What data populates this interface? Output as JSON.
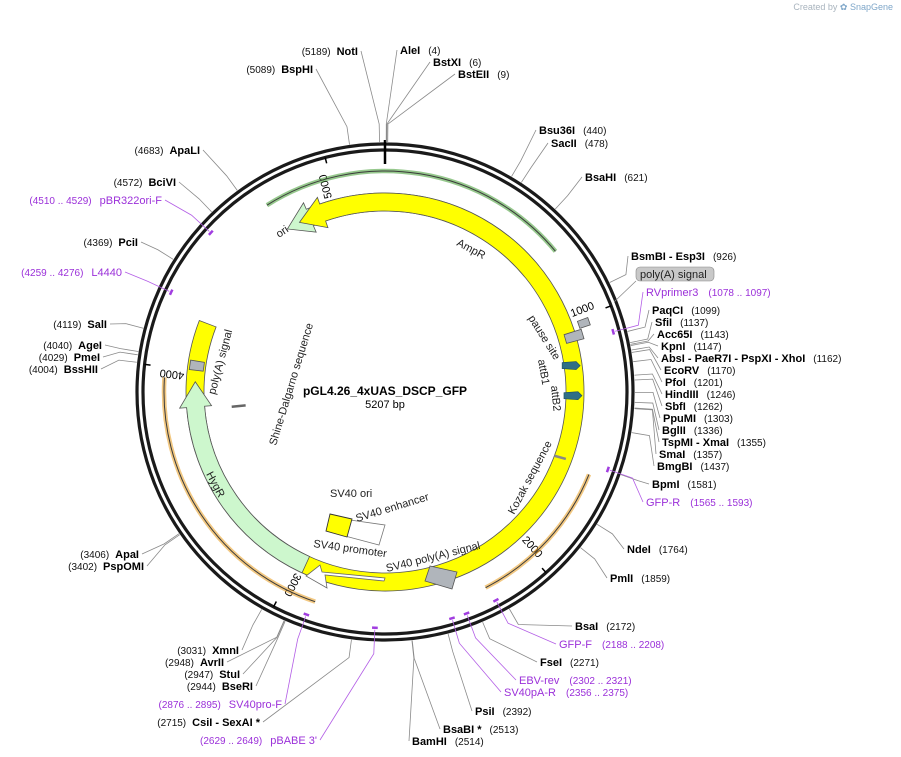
{
  "brand": {
    "prefix": "Created by",
    "name": "SnapGene"
  },
  "plasmid": {
    "name": "pGL4.26_4xUAS_DSCP_GFP",
    "length_label": "5207 bp"
  },
  "ticks": [
    {
      "label": "1000",
      "bp": 1000
    },
    {
      "label": "2000",
      "bp": 2000
    },
    {
      "label": "3000",
      "bp": 3000
    },
    {
      "label": "4000",
      "bp": 4000
    },
    {
      "label": "5000",
      "bp": 5000
    }
  ],
  "features": [
    {
      "name": "AmpR",
      "type": "arrow",
      "from": 4760,
      "to": 730,
      "color": "#cdf7cd",
      "stroke": "#555555"
    },
    {
      "name": "ori",
      "type": "arrow",
      "from": 4820,
      "to": 4210,
      "color": "#ffff00",
      "stroke": "#555555"
    },
    {
      "name": "HygR",
      "type": "arrow",
      "from": 2960,
      "to": 3950,
      "color": "#cdf7cd",
      "stroke": "#555555"
    },
    {
      "name": "Kozak sequence",
      "type": "line",
      "from": 1600,
      "to": 1610,
      "color": "#aaaaaa"
    },
    {
      "name": "pause site",
      "type": "box",
      "from": 1010,
      "to": 1060,
      "color": "#b0b5bb"
    },
    {
      "name": "attB1",
      "type": "small",
      "from": 1175,
      "to": 1200,
      "color": "#2f6f86"
    },
    {
      "name": "attB2",
      "type": "small",
      "from": 1310,
      "to": 1330,
      "color": "#2f6f86"
    },
    {
      "name": "poly(A) signal",
      "type": "box",
      "from": 3990,
      "to": 4030,
      "color": "#b0b5bb"
    },
    {
      "name": "Shine-Dalgarno sequence",
      "type": "line",
      "from": 3820,
      "to": 3830,
      "color": "#aaaaaa"
    }
  ],
  "promoter_features": [
    {
      "name": "SV40 ori",
      "color": "#ffff00"
    },
    {
      "name": "SV40 enhancer",
      "color": "#ffffff"
    },
    {
      "name": "SV40 promoter",
      "color": "#ffffff"
    },
    {
      "name": "SV40 poly(A) signal",
      "color": "#b0b5bb"
    }
  ],
  "primer_arcs": [
    {
      "name": "AmpR primer",
      "from": 4740,
      "to": 730,
      "color": "#3f9a2f"
    },
    {
      "name": "GFP primer",
      "from": 1620,
      "to": 2210,
      "color": "#e79a1c"
    },
    {
      "name": "HygR primer",
      "from": 2870,
      "to": 3960,
      "color": "#e79a1c"
    }
  ],
  "sites_right": [
    {
      "name": "AleI",
      "pos": "(4)",
      "bp": 4
    },
    {
      "name": "BstXI",
      "pos": "(6)",
      "bp": 6
    },
    {
      "name": "BstEII",
      "pos": "(9)",
      "bp": 9
    },
    {
      "name": "Bsu36I",
      "pos": "(440)",
      "bp": 440
    },
    {
      "name": "SacII",
      "pos": "(478)",
      "bp": 478
    },
    {
      "name": "BsaHI",
      "pos": "(621)",
      "bp": 621
    },
    {
      "name": "BsmBI  - Esp3I",
      "pos": "(926)",
      "bp": 926
    },
    {
      "name": "PaqCI",
      "pos": "(1099)",
      "bp": 1099
    },
    {
      "name": "SfiI",
      "pos": "(1137)",
      "bp": 1137
    },
    {
      "name": "Acc65I",
      "pos": "(1143)",
      "bp": 1143
    },
    {
      "name": "KpnI",
      "pos": "(1147)",
      "bp": 1147
    },
    {
      "name": "AbsI  - PaeR7I  - PspXI  - XhoI",
      "pos": "(1162)",
      "bp": 1162
    },
    {
      "name": "EcoRV",
      "pos": "(1170)",
      "bp": 1170
    },
    {
      "name": "PfoI",
      "pos": "(1201)",
      "bp": 1201
    },
    {
      "name": "HindIII",
      "pos": "(1246)",
      "bp": 1246
    },
    {
      "name": "SbfI",
      "pos": "(1262)",
      "bp": 1262
    },
    {
      "name": "PpuMI",
      "pos": "(1303)",
      "bp": 1303
    },
    {
      "name": "BglII",
      "pos": "(1336)",
      "bp": 1336
    },
    {
      "name": "TspMI  - XmaI",
      "pos": "(1355)",
      "bp": 1355
    },
    {
      "name": "SmaI",
      "pos": "(1357)",
      "bp": 1357
    },
    {
      "name": "BmgBI",
      "pos": "(1437)",
      "bp": 1437
    },
    {
      "name": "BpmI",
      "pos": "(1581)",
      "bp": 1581
    },
    {
      "name": "NdeI",
      "pos": "(1764)",
      "bp": 1764
    },
    {
      "name": "PmlI",
      "pos": "(1859)",
      "bp": 1859
    },
    {
      "name": "BsaI",
      "pos": "(2172)",
      "bp": 2172
    },
    {
      "name": "FseI",
      "pos": "(2271)",
      "bp": 2271
    },
    {
      "name": "PsiI",
      "pos": "(2392)",
      "bp": 2392
    },
    {
      "name": "BsaBI *",
      "pos": "(2513)",
      "bp": 2513
    },
    {
      "name": "BamHI",
      "pos": "(2514)",
      "bp": 2514
    }
  ],
  "sites_left": [
    {
      "name": "NotI",
      "pos": "(5189)",
      "bp": 5189
    },
    {
      "name": "BspHI",
      "pos": "(5089)",
      "bp": 5089
    },
    {
      "name": "ApaLI",
      "pos": "(4683)",
      "bp": 4683
    },
    {
      "name": "BciVI",
      "pos": "(4572)",
      "bp": 4572
    },
    {
      "name": "PciI",
      "pos": "(4369)",
      "bp": 4369
    },
    {
      "name": "SalI",
      "pos": "(4119)",
      "bp": 4119
    },
    {
      "name": "AgeI",
      "pos": "(4040)",
      "bp": 4040
    },
    {
      "name": "PmeI",
      "pos": "(4029)",
      "bp": 4029
    },
    {
      "name": "BssHII",
      "pos": "(4004)",
      "bp": 4004
    },
    {
      "name": "ApaI",
      "pos": "(3406)",
      "bp": 3406
    },
    {
      "name": "PspOMI",
      "pos": "(3402)",
      "bp": 3402
    },
    {
      "name": "XmnI",
      "pos": "(3031)",
      "bp": 3031
    },
    {
      "name": "AvrII",
      "pos": "(2948)",
      "bp": 2948
    },
    {
      "name": "StuI",
      "pos": "(2947)",
      "bp": 2947
    },
    {
      "name": "BseRI",
      "pos": "(2944)",
      "bp": 2944
    },
    {
      "name": "CsiI  - SexAI *",
      "pos": "(2715)",
      "bp": 2715
    }
  ],
  "primers": [
    {
      "name": "RVprimer3",
      "pos": "(1078 .. 1097)",
      "bp": 1088
    },
    {
      "name": "GFP-R",
      "pos": "(1565 .. 1593)",
      "bp": 1579
    },
    {
      "name": "GFP-F",
      "pos": "(2188 .. 2208)",
      "bp": 2198
    },
    {
      "name": "EBV-rev",
      "pos": "(2302 .. 2321)",
      "bp": 2311
    },
    {
      "name": "SV40pA-R",
      "pos": "(2356 .. 2375)",
      "bp": 2365
    },
    {
      "name": "pBABE 3'",
      "pos": "(2629 .. 2649)",
      "bp": 2639
    },
    {
      "name": "SV40pro-F",
      "pos": "(2876 .. 2895)",
      "bp": 2885
    },
    {
      "name": "L4440",
      "pos": "(4259 .. 4276)",
      "bp": 4267
    },
    {
      "name": "pBR322ori-F",
      "pos": "(4510 .. 4529)",
      "bp": 4519
    }
  ]
}
